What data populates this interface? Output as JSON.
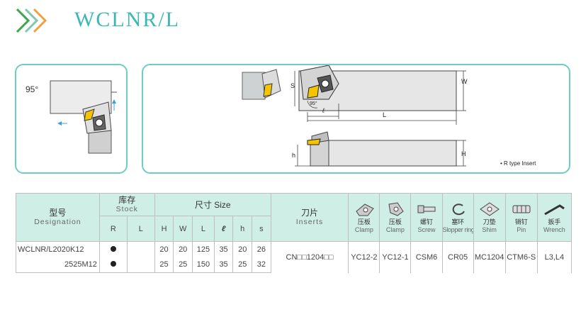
{
  "header": {
    "title": "WCLNR/L"
  },
  "colors": {
    "accent": "#3cb8b4",
    "chevron_green": "#3aa84a",
    "chevron_orange": "#f0a040",
    "table_header": "#cfeee6",
    "panel_border": "#6ccdc8",
    "insert_yellow": "#f5c400"
  },
  "diagram": {
    "angle_left": "95°",
    "label_s": "S",
    "label_w": "W",
    "label_angle": "95°",
    "label_l1": "ℓ",
    "label_L": "L",
    "label_h": "h",
    "label_H": "H",
    "note": "• R type Insert"
  },
  "table": {
    "designation_cn": "型号",
    "designation_en": "Designation",
    "stock_cn": "库存",
    "stock_en": "Stock",
    "stock_r": "R",
    "stock_l": "L",
    "size_label": "尺寸 Size",
    "size_cols": [
      "H",
      "W",
      "L",
      "ℓ",
      "h",
      "s"
    ],
    "inserts_cn": "刀片",
    "inserts_en": "Inserts",
    "accessories": [
      {
        "cn": "压板",
        "en": "Clamp",
        "icon": "clamp-icon"
      },
      {
        "cn": "压板",
        "en": "Clamp",
        "icon": "clamp-icon"
      },
      {
        "cn": "螺钉",
        "en": "Screw",
        "icon": "screw-icon"
      },
      {
        "cn": "塞环",
        "en": "Slopper ring",
        "icon": "ring-icon"
      },
      {
        "cn": "刀垫",
        "en": "Shim",
        "icon": "shim-icon"
      },
      {
        "cn": "销钉",
        "en": "Pin",
        "icon": "pin-icon"
      },
      {
        "cn": "扳手",
        "en": "Wrench",
        "icon": "wrench-icon"
      }
    ],
    "rows": [
      {
        "designation": "WCLNR/L2020K12",
        "stock_r": true,
        "stock_l": false,
        "sizes": [
          "20",
          "20",
          "125",
          "35",
          "20",
          "26"
        ]
      },
      {
        "designation": "2525M12",
        "stock_r": true,
        "stock_l": false,
        "sizes": [
          "25",
          "25",
          "150",
          "35",
          "25",
          "32"
        ]
      }
    ],
    "insert": "CN□□1204□□",
    "clamp1": "YC12-2",
    "clamp2": "YC12-1",
    "screw": "CSM6",
    "ring": "CR05",
    "shim": "MC1204",
    "pin": "CTM6-S",
    "wrench": "L3,L4"
  }
}
